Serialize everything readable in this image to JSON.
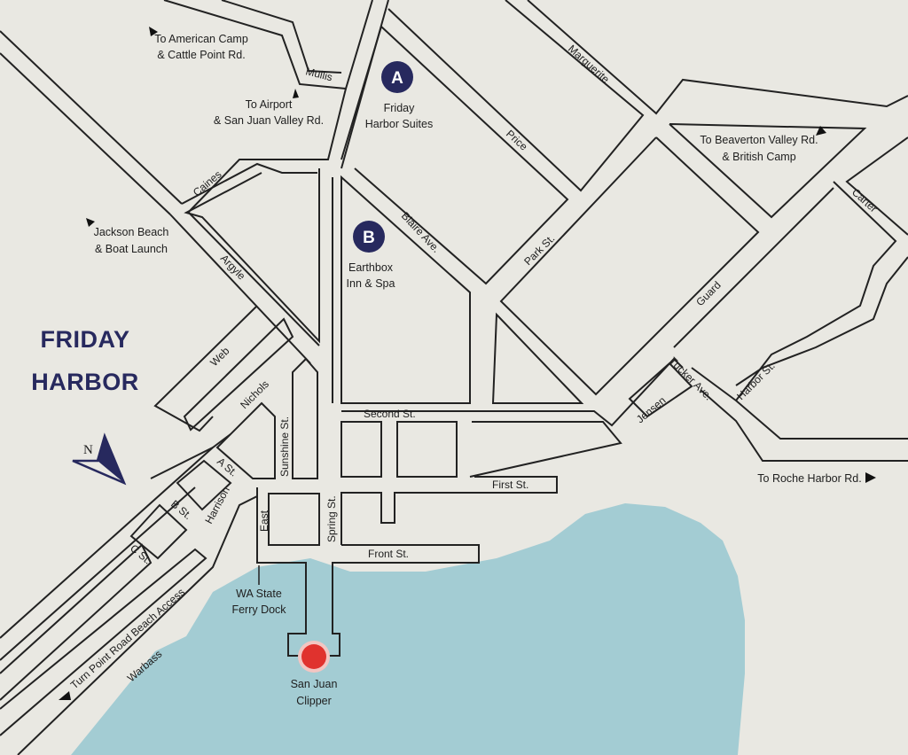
{
  "map": {
    "title_line1": "FRIDAY",
    "title_line2": "HARBOR",
    "compass_label": "N",
    "colors": {
      "water": "#a3ccd3",
      "land": "#e9e8e2",
      "navy": "#27295e",
      "clipper": "#e0322e",
      "road_stroke": "#222222"
    },
    "destinations": {
      "american_camp_l1": "To American Camp",
      "american_camp_l2": "& Cattle Point Rd.",
      "airport_l1": "To Airport",
      "airport_l2": "& San Juan Valley Rd.",
      "beaverton_l1": "To Beaverton Valley Rd.",
      "beaverton_l2": "& British Camp",
      "jackson_l1": "Jackson Beach",
      "jackson_l2": "& Boat Launch",
      "roche": "To Roche Harbor Rd.",
      "turn_point": "Turn Point Road Beach Access"
    },
    "markers": {
      "a_letter": "A",
      "a_l1": "Friday",
      "a_l2": "Harbor Suites",
      "b_letter": "B",
      "b_l1": "Earthbox",
      "b_l2": "Inn & Spa"
    },
    "landmarks": {
      "ferry_l1": "WA State",
      "ferry_l2": "Ferry Dock",
      "clipper_l1": "San Juan",
      "clipper_l2": "Clipper"
    },
    "streets": {
      "mullis": "Mullis",
      "marguerite": "Marguerite",
      "price": "Price",
      "caines": "Caines",
      "blaire": "Blaire Ave.",
      "park": "Park St.",
      "carter": "Carter",
      "argyle": "Argyle",
      "guard": "Guard",
      "web": "Web",
      "nichols": "Nichols",
      "sunshine": "Sunshine St.",
      "second": "Second St.",
      "tucker": "Tucker Ave.",
      "harbor": "Harbor St.",
      "jensen": "Jensen",
      "a_st": "A St.",
      "b_st": "B St.",
      "c_st": "C St.",
      "harrison": "Harrison",
      "east": "East",
      "spring": "Spring St.",
      "first": "First St.",
      "front": "Front St.",
      "warbass": "Warbass"
    }
  }
}
